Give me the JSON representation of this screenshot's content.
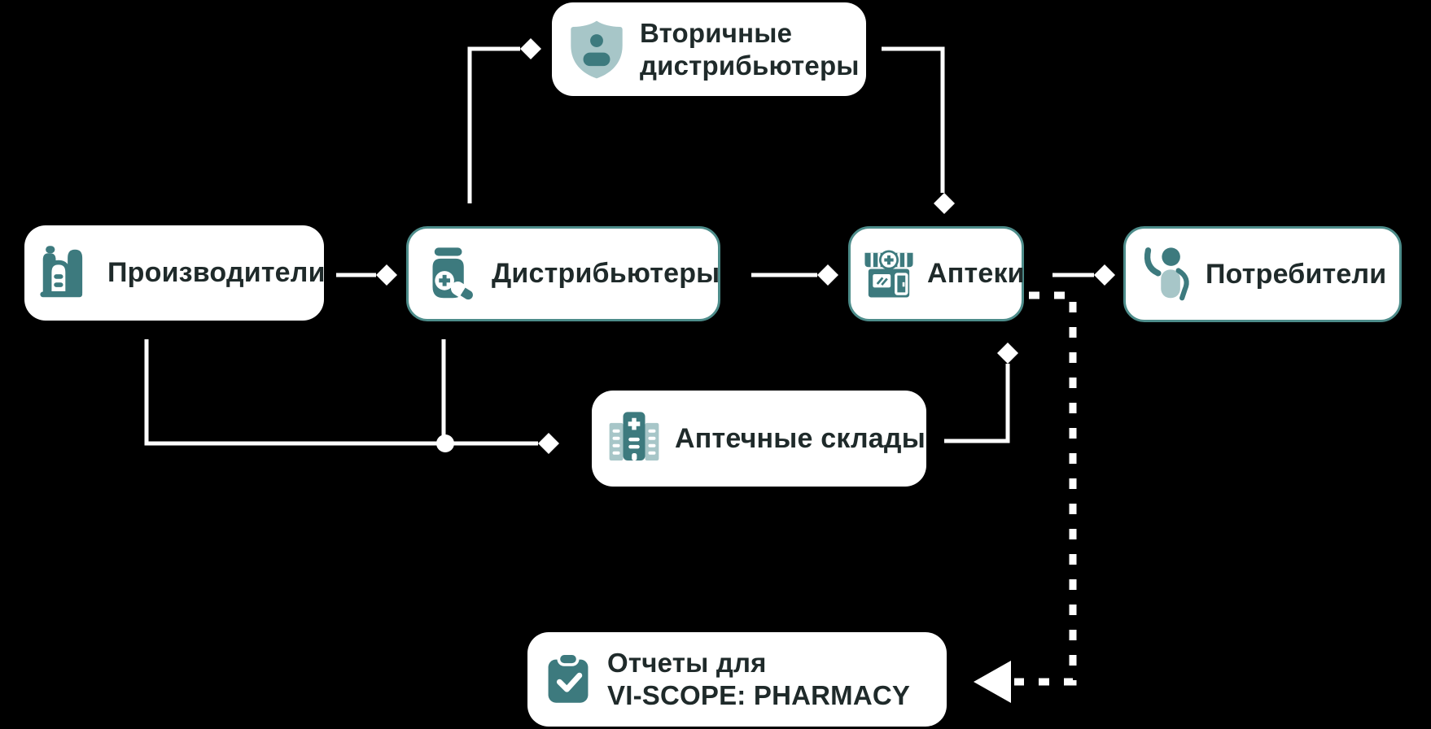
{
  "colors": {
    "bg": "#000000",
    "card-bg": "#ffffff",
    "border-teal": "#4d8c8a",
    "icon-dark": "#3d7a7e",
    "icon-light": "#a7c6c8",
    "text": "#1f2a2a",
    "connector": "#ffffff"
  },
  "nodes": {
    "manufacturers": {
      "label": "Производители",
      "icon": "factory-icon",
      "highlighted": false
    },
    "distributors": {
      "label": "Дистрибьютеры",
      "icon": "medicine-jar-icon",
      "highlighted": true
    },
    "secondary_distributors": {
      "label_line1": "Вторичные",
      "label_line2": "дистрибьютеры",
      "icon": "shield-person-icon",
      "highlighted": false
    },
    "pharmacies": {
      "label": "Аптеки",
      "icon": "pharmacy-storefront-icon",
      "highlighted": true
    },
    "consumers": {
      "label": "Потребители",
      "icon": "person-raising-hand-icon",
      "highlighted": true
    },
    "warehouses": {
      "label": "Аптечные склады",
      "icon": "pharmacy-warehouse-icon",
      "highlighted": false
    },
    "reports": {
      "label_line1": "Отчеты для",
      "label_line2": "VI-SCOPE: PHARMACY",
      "icon": "clipboard-check-icon",
      "highlighted": false
    }
  },
  "edges": [
    {
      "from": "manufacturers",
      "to": "distributors",
      "line": "solid",
      "arrow": "diamond"
    },
    {
      "from": "distributors",
      "to": "secondary_distributors",
      "line": "solid",
      "arrow": "diamond"
    },
    {
      "from": "secondary_distributors",
      "to": "pharmacies",
      "line": "solid",
      "arrow": "diamond"
    },
    {
      "from": "distributors",
      "to": "pharmacies",
      "line": "solid",
      "arrow": "diamond"
    },
    {
      "from": "pharmacies",
      "to": "consumers",
      "line": "solid",
      "arrow": "diamond"
    },
    {
      "from": "manufacturers",
      "to": "warehouses",
      "line": "solid",
      "arrow": "diamond"
    },
    {
      "from": "distributors",
      "to": "warehouses",
      "line": "solid",
      "arrow": "diamond",
      "joins_at": "junction-dot"
    },
    {
      "from": "warehouses",
      "to": "pharmacies",
      "line": "solid",
      "arrow": "diamond"
    },
    {
      "from": "pharmacies",
      "to": "reports",
      "line": "dashed",
      "arrow": "triangle"
    }
  ]
}
